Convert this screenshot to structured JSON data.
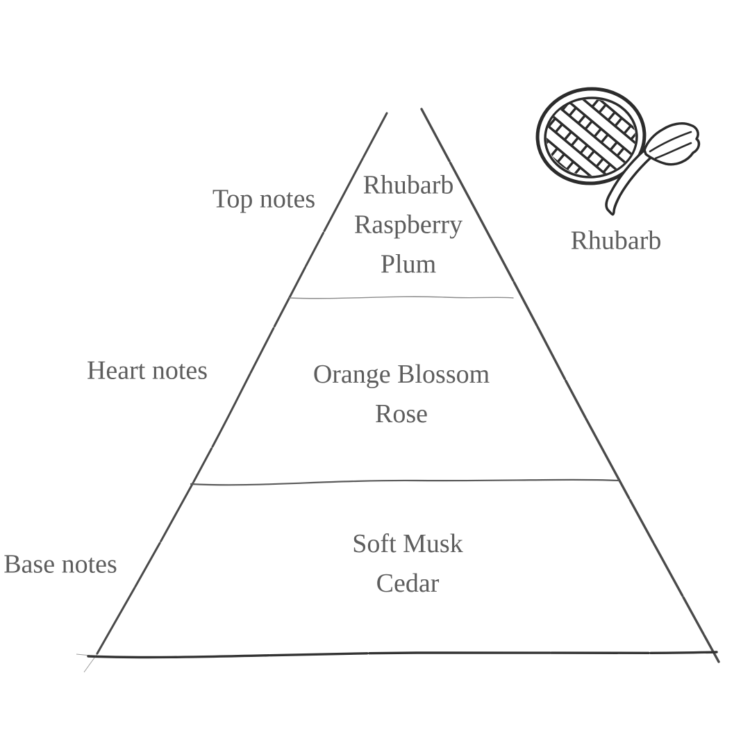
{
  "pyramid": {
    "levels": [
      {
        "id": "top",
        "label": "Top notes",
        "notes": [
          "Rhubarb",
          "Raspberry",
          "Plum"
        ]
      },
      {
        "id": "heart",
        "label": "Heart notes",
        "notes": [
          "Orange Blossom",
          "Rose"
        ]
      },
      {
        "id": "base",
        "label": "Base notes",
        "notes": [
          "Soft Musk",
          "Cedar"
        ]
      }
    ]
  },
  "illustration": {
    "icon": "rhubarb-pie-icon",
    "caption": "Rhubarb"
  },
  "colors": {
    "background": "#ffffff",
    "text": "#5d5d5d",
    "pyramid_edge": "#4a4a4a",
    "divider_light": "#8a8a8a",
    "divider_dark": "#5a5a5a",
    "base_line": "#333333",
    "illustration_ink": "#2b2b2b"
  }
}
